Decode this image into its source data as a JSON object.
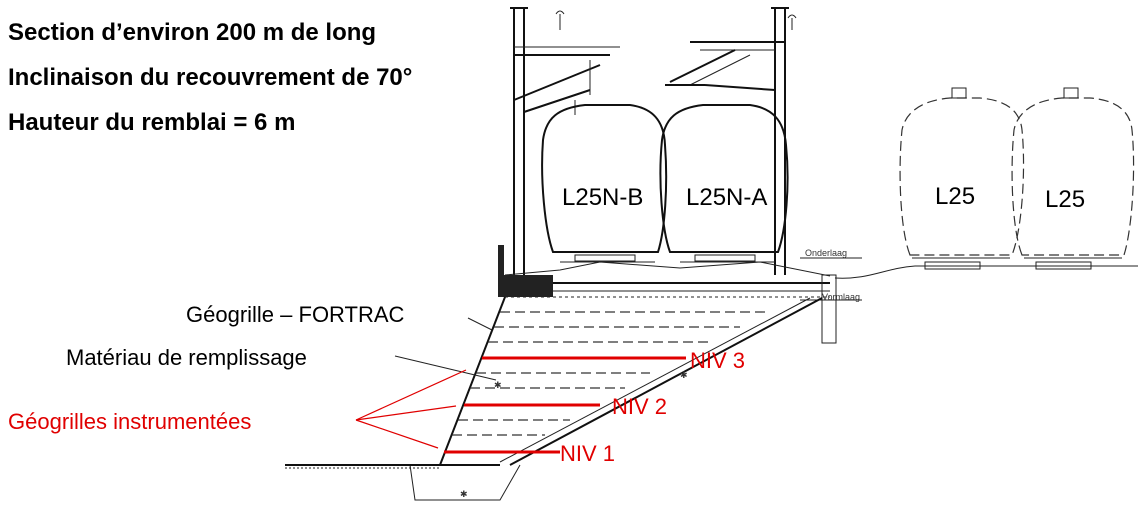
{
  "header": {
    "line1": "Section d’environ 200 m de long",
    "line2": "Inclinaison du recouvrement de 70°",
    "line3": "Hauteur du remblai = 6 m"
  },
  "tracks": {
    "t1": "L25N-B",
    "t2": "L25N-A",
    "t3": "L25",
    "t4": "L25"
  },
  "layers": {
    "onderlaag": "Onderlaag",
    "vormlaag": "Vormlaag"
  },
  "callouts": {
    "geogrid": "Géogrille – FORTRAC",
    "fill": "Matériau de remplissage",
    "instrumented": "Géogrilles instrumentées"
  },
  "levels": {
    "niv3": "NIV 3",
    "niv2": "NIV 2",
    "niv1": "NIV 1"
  },
  "colors": {
    "accent_red": "#e00000",
    "line": "#111111"
  }
}
